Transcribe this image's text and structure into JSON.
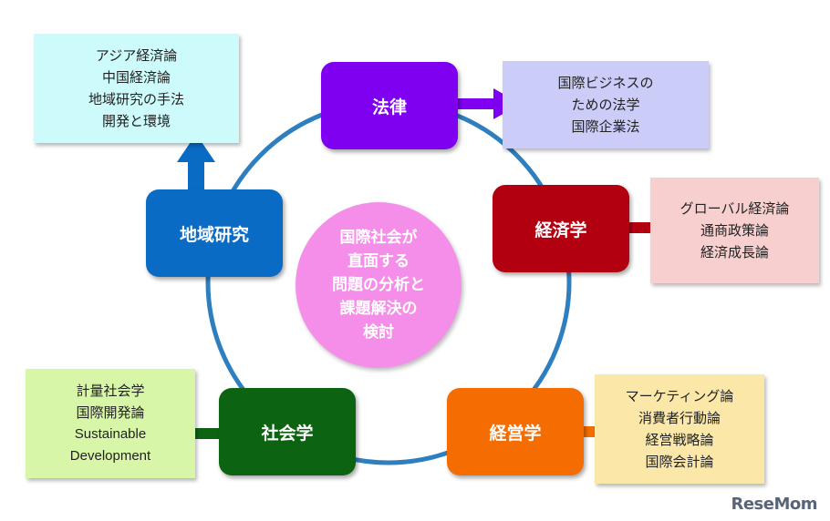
{
  "center_topic": {
    "lines": [
      "国際社会が",
      "直面する",
      "問題の分析と",
      "課題解決の",
      "検討"
    ],
    "color": "#f58ee8"
  },
  "ring_color": "#2e7fc0",
  "disciplines": [
    {
      "id": "law",
      "label": "法律",
      "color": "#7f00f0",
      "topics": [
        "国際ビジネスの",
        "ための法学",
        "国際企業法"
      ],
      "topics_color": "#ccccf8"
    },
    {
      "id": "economics",
      "label": "経済学",
      "color": "#b30010",
      "topics": [
        "グローバル経済論",
        "通商政策論",
        "経済成長論"
      ],
      "topics_color": "#f8cfcf"
    },
    {
      "id": "management",
      "label": "経営学",
      "color": "#f56d00",
      "topics": [
        "マーケティング論",
        "消費者行動論",
        "経営戦略論",
        "国際会計論"
      ],
      "topics_color": "#fbe8a8"
    },
    {
      "id": "sociology",
      "label": "社会学",
      "color": "#0c6312",
      "topics": [
        "計量社会学",
        "国際開発論",
        "Sustainable",
        "Development"
      ],
      "topics_color": "#d8f6a8"
    },
    {
      "id": "area-studies",
      "label": "地域研究",
      "color": "#0a6bc4",
      "topics": [
        "アジア経済論",
        "中国経済論",
        "地域研究の手法",
        "開発と環境"
      ],
      "topics_color": "#cdfafa"
    }
  ],
  "watermark": "ReseMom"
}
